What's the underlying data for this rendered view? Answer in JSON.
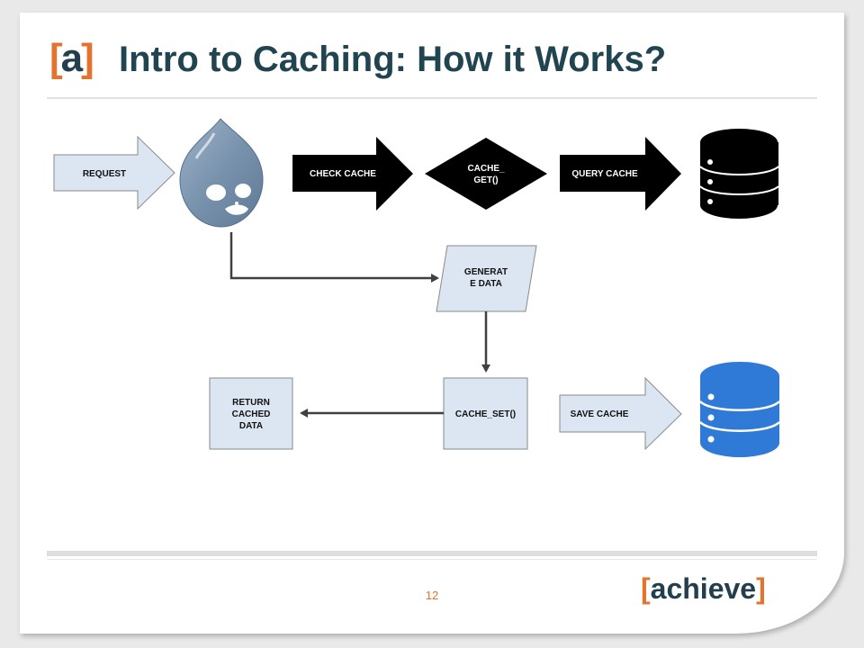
{
  "slide": {
    "logo": "[a]",
    "title": "Intro to Caching: How it Works?",
    "page_number": "12",
    "brand": "[achieve]"
  },
  "diagram": {
    "nodes": {
      "request": "REQUEST",
      "check_cache": "CHECK CACHE",
      "cache_get": [
        "CACHE_",
        "GET()"
      ],
      "query_cache": "QUERY CACHE",
      "generate_data": [
        "GENERAT",
        "E DATA"
      ],
      "cache_set": "CACHE_SET()",
      "return_cached_data": [
        "RETURN",
        "CACHED",
        "DATA"
      ],
      "save_cache": "SAVE CACHE"
    },
    "icons": {
      "cms": "drupal-drop-icon",
      "cache_store": "database-icon",
      "saved_store": "database-icon"
    },
    "colors": {
      "box_fill": "#dce6f2",
      "box_stroke": "#8a8a8a",
      "dark_fill": "#000000",
      "db_blue": "#2f7ad6",
      "connector": "#404040"
    }
  }
}
